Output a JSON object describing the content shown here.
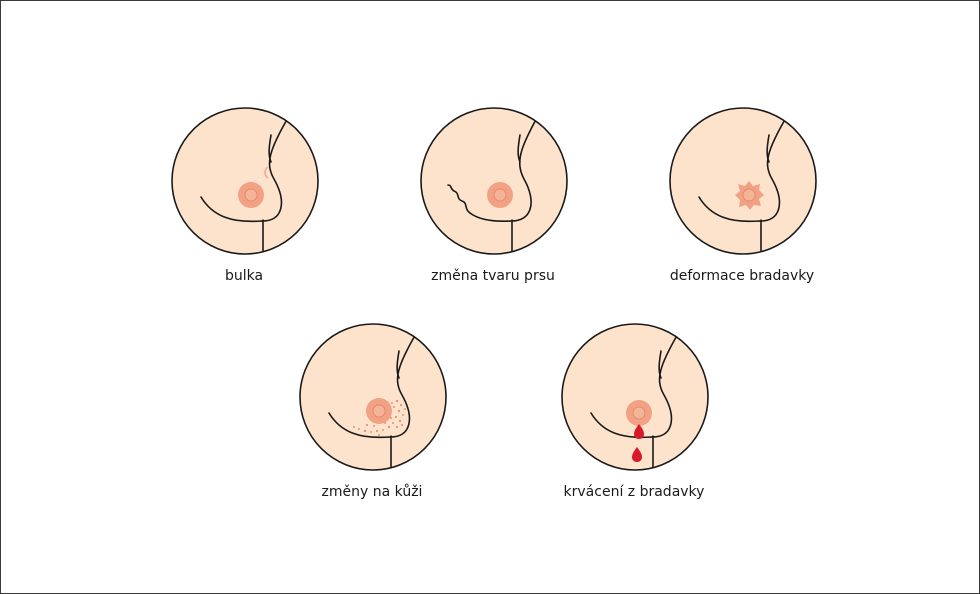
{
  "colors": {
    "skin": "#fde3cb",
    "outline": "#1a1a1a",
    "areola": "#f2a184",
    "nipple": "#f4b597",
    "blood": "#d8192a",
    "skin_change": "#e9927a"
  },
  "symptoms": [
    {
      "label": "bulka"
    },
    {
      "label": "změna tvaru prsu"
    },
    {
      "label": "deformace bradavky"
    },
    {
      "label": "změny na kůži"
    },
    {
      "label": "krvácení z bradavky"
    }
  ]
}
